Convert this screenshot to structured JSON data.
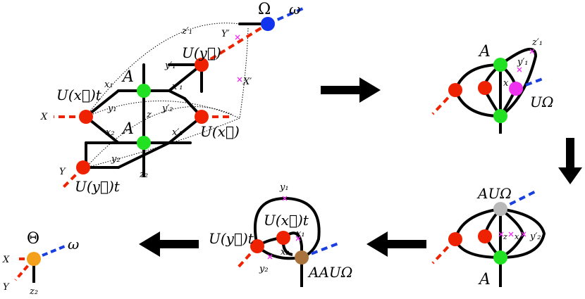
{
  "colors": {
    "green": "#22e122",
    "red": "#ee2200",
    "blue": "#1133ee",
    "magenta": "#ee33ee",
    "gray": "#b8b8b8",
    "brown": "#a8733d",
    "orange": "#f5a01a",
    "red_dash": "#ee2200",
    "blue_dash": "#1a3fe0"
  },
  "panel1": {
    "omega_node": "Ω",
    "omega_leg": "ω",
    "z1p": "z′₁",
    "Yp": "Y′",
    "Uy": "U(y⃗)",
    "y1p": "y′₁",
    "Xp": "X′",
    "A_top": "A",
    "x1": "x₁",
    "x1p": "x′₁",
    "Uxt": "U(x⃗)t",
    "y1": "y₁",
    "z": "z",
    "y2p": "y′₂",
    "X": "X",
    "A_bottom": "A",
    "x2": "x₂",
    "x2p": "x′₂",
    "Ux": "U(x⃗)",
    "y2": "y₂",
    "Y": "Y",
    "z2": "z₂",
    "Uyt": "U(y⃗)t"
  },
  "panel2": {
    "A": "A",
    "z1p": "z′₁",
    "y1p": "y′₁",
    "x": "x",
    "UOmega": "UΩ"
  },
  "panel3": {
    "AUOmega": "AUΩ",
    "z": "z",
    "x": "x",
    "y2p": "y′₂",
    "A": "A"
  },
  "panel4": {
    "y1": "y₁",
    "Uxt": "U(x⃗)t",
    "x1": "x₁",
    "Uyt": "U(y⃗)t",
    "x2": "x₂",
    "y2": "y₂",
    "AAUOmega": "AAUΩ"
  },
  "panel5": {
    "Theta": "Θ",
    "X": "X",
    "omega": "ω",
    "Y": "Y",
    "z2": "z₂"
  }
}
